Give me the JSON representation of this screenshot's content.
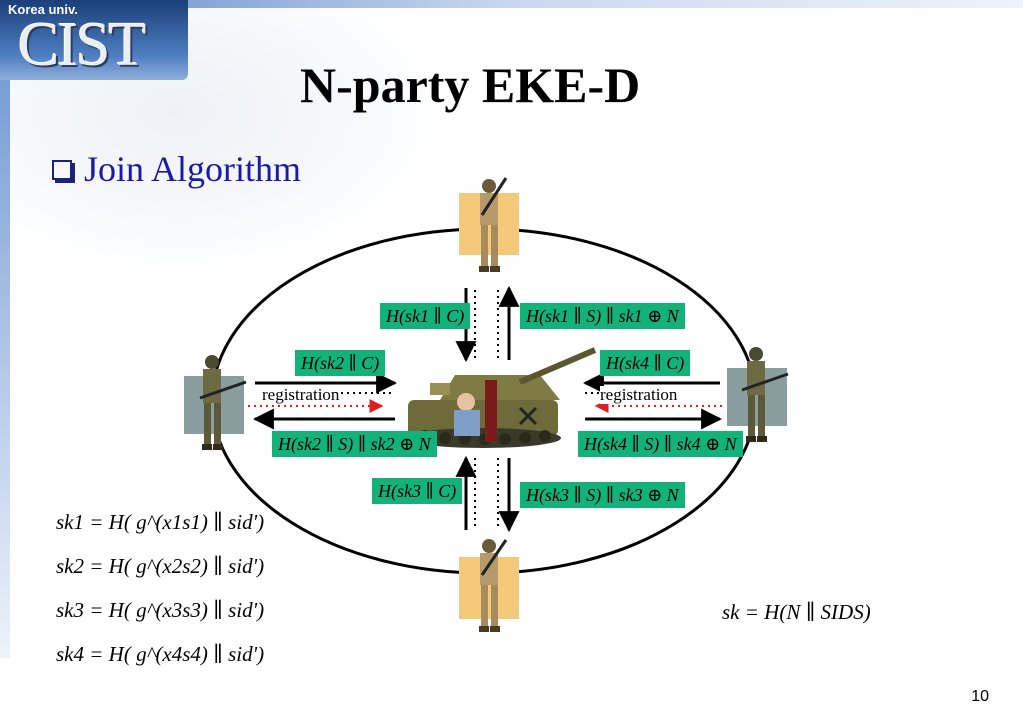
{
  "header": {
    "logo_small": "Korea univ.",
    "logo_big": "CIST",
    "title": "N-party EKE-D",
    "bullet": "Join Algorithm"
  },
  "diagram": {
    "boxes": {
      "top_left": "H(sk1 ∥ C)",
      "top_right": "H(sk1 ∥ S) ∥ sk1 ⊕ N",
      "left_top": "H(sk2 ∥ C)",
      "left_bottom": "H(sk2 ∥ S) ∥ sk2 ⊕ N",
      "right_top": "H(sk4 ∥ C)",
      "right_bottom": "H(sk4 ∥ S) ∥ sk4 ⊕ N",
      "bottom_left": "H(sk3 ∥ C)",
      "bottom_right": "H(sk3 ∥ S) ∥ sk3 ⊕ N"
    },
    "registration_left": "registration",
    "registration_right": "registration"
  },
  "equations": [
    {
      "lhs": "sk1",
      "rhs": "= H( g^(x1s1) ∥ sid')"
    },
    {
      "lhs": "sk2",
      "rhs": "= H( g^(x2s2) ∥ sid')"
    },
    {
      "lhs": "sk3",
      "rhs": "= H( g^(x3s3) ∥ sid')"
    },
    {
      "lhs": "sk4",
      "rhs": "= H( g^(x4s4) ∥ sid')"
    }
  ],
  "session_key": "sk = H(N ∥ SIDS)",
  "page_number": "10",
  "colors": {
    "box_green": "#13b27b",
    "subtitle_blue": "#1a1aa8",
    "red_arrow": "#e02020"
  }
}
